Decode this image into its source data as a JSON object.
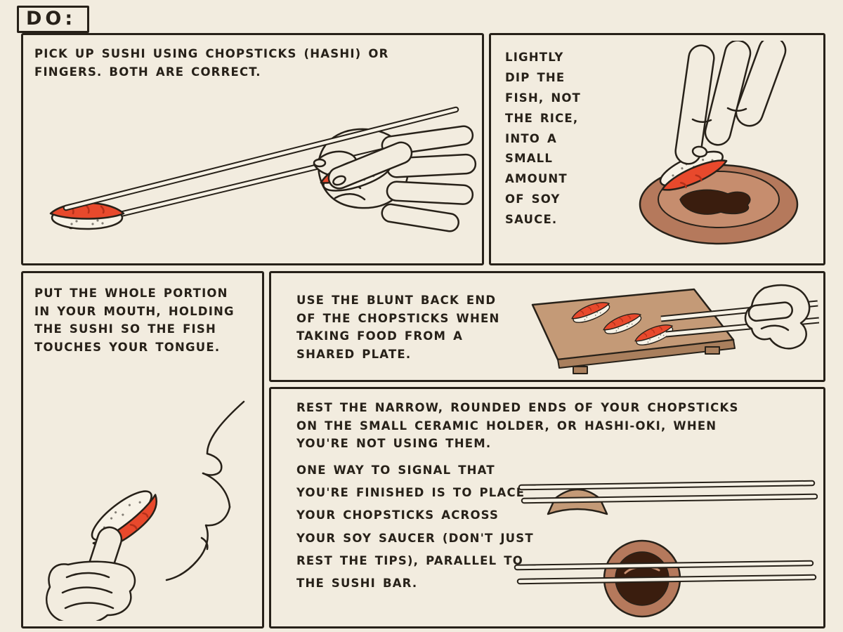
{
  "title": "DO:",
  "colors": {
    "background": "#f2ecdf",
    "ink": "#272119",
    "fish_red": "#e8492c",
    "fish_stripe": "#b5301a",
    "rice": "#f7f2e6",
    "wood": "#c49a77",
    "wood_dark": "#a97f5d",
    "soy": "#3a1d0e",
    "clay": "#b5795c",
    "clay_light": "#c68d6e"
  },
  "panels": {
    "pick_up": {
      "text": "PICK UP SUSHI USING CHOPSTICKS (HASHI) OR FINGERS. BOTH ARE CORRECT.",
      "illustrations": [
        "hand-holding-chopsticks-with-sushi",
        "hand-holding-sushi-with-fingers"
      ]
    },
    "dip": {
      "text": "LIGHTLY DIP THE FISH, NOT THE RICE, INTO A SMALL AMOUNT OF SOY SAUCE.",
      "illustrations": [
        "fingers-dipping-sushi-fish-side-into-soy-dish"
      ]
    },
    "mouth": {
      "text": "PUT THE WHOLE PORTION IN YOUR MOUTH, HOLDING THE SUSHI SO THE FISH TOUCHES YOUR TONGUE.",
      "illustrations": [
        "hand-bringing-sushi-fish-side-down-to-open-mouth"
      ]
    },
    "shared_plate": {
      "text": "USE THE BLUNT BACK END OF THE CHOPSTICKS WHEN TAKING FOOD FROM A SHARED PLATE.",
      "illustrations": [
        "reversed-chopsticks-taking-sushi-from-shared-wooden-tray"
      ]
    },
    "rest": {
      "text_rest": "REST THE NARROW, ROUNDED ENDS OF YOUR CHOPSTICKS ON THE SMALL CERAMIC HOLDER, OR HASHI-OKI, WHEN YOU'RE NOT USING THEM.",
      "text_signal": "ONE WAY TO SIGNAL THAT YOU'RE FINISHED IS TO PLACE YOUR CHOPSTICKS ACROSS YOUR SOY SAUCER (DON'T JUST REST THE TIPS), PARALLEL TO THE SUSHI BAR.",
      "illustrations": [
        "chopsticks-resting-on-hashi-oki",
        "chopsticks-laid-across-soy-saucer"
      ]
    }
  }
}
